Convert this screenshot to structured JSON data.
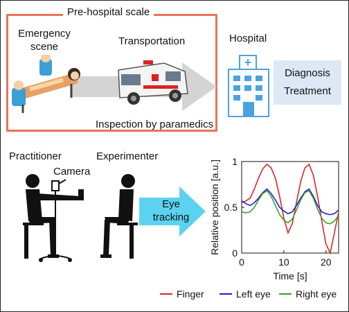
{
  "top": {
    "prehospital_title": "Pre-hospital scale",
    "emergency_scene": "Emergency\nscene",
    "transportation": "Transportation",
    "inspection": "Inspection by paramedics",
    "hospital": "Hospital",
    "diagnosis": "Diagnosis",
    "treatment": "Treatment",
    "hospital_sign": "+"
  },
  "bottom": {
    "practitioner": "Practitioner",
    "camera": "Camera",
    "experimenter": "Experimenter",
    "eye_tracking": "Eye\ntracking"
  },
  "colors": {
    "frame": "#e8735a",
    "arrow": "#d4d4d4",
    "hospital_box": "#dce8f3",
    "hospital_blue": "#4aa3df",
    "cyan_arrow": "#5bd3f0",
    "finger": "#e02424",
    "left_eye": "#1c1cd6",
    "right_eye": "#3aa02a"
  },
  "chart_data": {
    "type": "line",
    "xlabel": "Time [s]",
    "ylabel": "Relative position [a.u.]",
    "xlim": [
      0,
      23
    ],
    "ylim": [
      0,
      1
    ],
    "xticks": [
      0,
      10,
      20
    ],
    "yticks": [
      0,
      0.5,
      1
    ],
    "x": [
      0,
      1,
      2,
      3,
      4,
      5,
      6,
      7,
      8,
      9,
      10,
      11,
      12,
      13,
      14,
      15,
      16,
      17,
      18,
      19,
      20,
      21,
      22,
      23
    ],
    "series": [
      {
        "name": "Finger",
        "color": "#e02424",
        "values": [
          0.55,
          0.57,
          0.6,
          0.7,
          0.82,
          0.92,
          0.97,
          0.93,
          0.82,
          0.62,
          0.38,
          0.22,
          0.32,
          0.55,
          0.78,
          0.93,
          0.97,
          0.85,
          0.62,
          0.35,
          0.1,
          0.0,
          0.22,
          0.45
        ]
      },
      {
        "name": "Left eye",
        "color": "#1c1cd6",
        "values": [
          0.57,
          0.54,
          0.52,
          0.55,
          0.6,
          0.66,
          0.7,
          0.65,
          0.58,
          0.5,
          0.46,
          0.43,
          0.45,
          0.52,
          0.6,
          0.67,
          0.7,
          0.62,
          0.52,
          0.45,
          0.43,
          0.42,
          0.43,
          0.47
        ]
      },
      {
        "name": "Right eye",
        "color": "#3aa02a",
        "values": [
          0.45,
          0.44,
          0.45,
          0.5,
          0.58,
          0.65,
          0.68,
          0.62,
          0.52,
          0.42,
          0.36,
          0.33,
          0.37,
          0.47,
          0.58,
          0.66,
          0.68,
          0.6,
          0.48,
          0.38,
          0.33,
          0.32,
          0.35,
          0.41
        ]
      }
    ]
  }
}
